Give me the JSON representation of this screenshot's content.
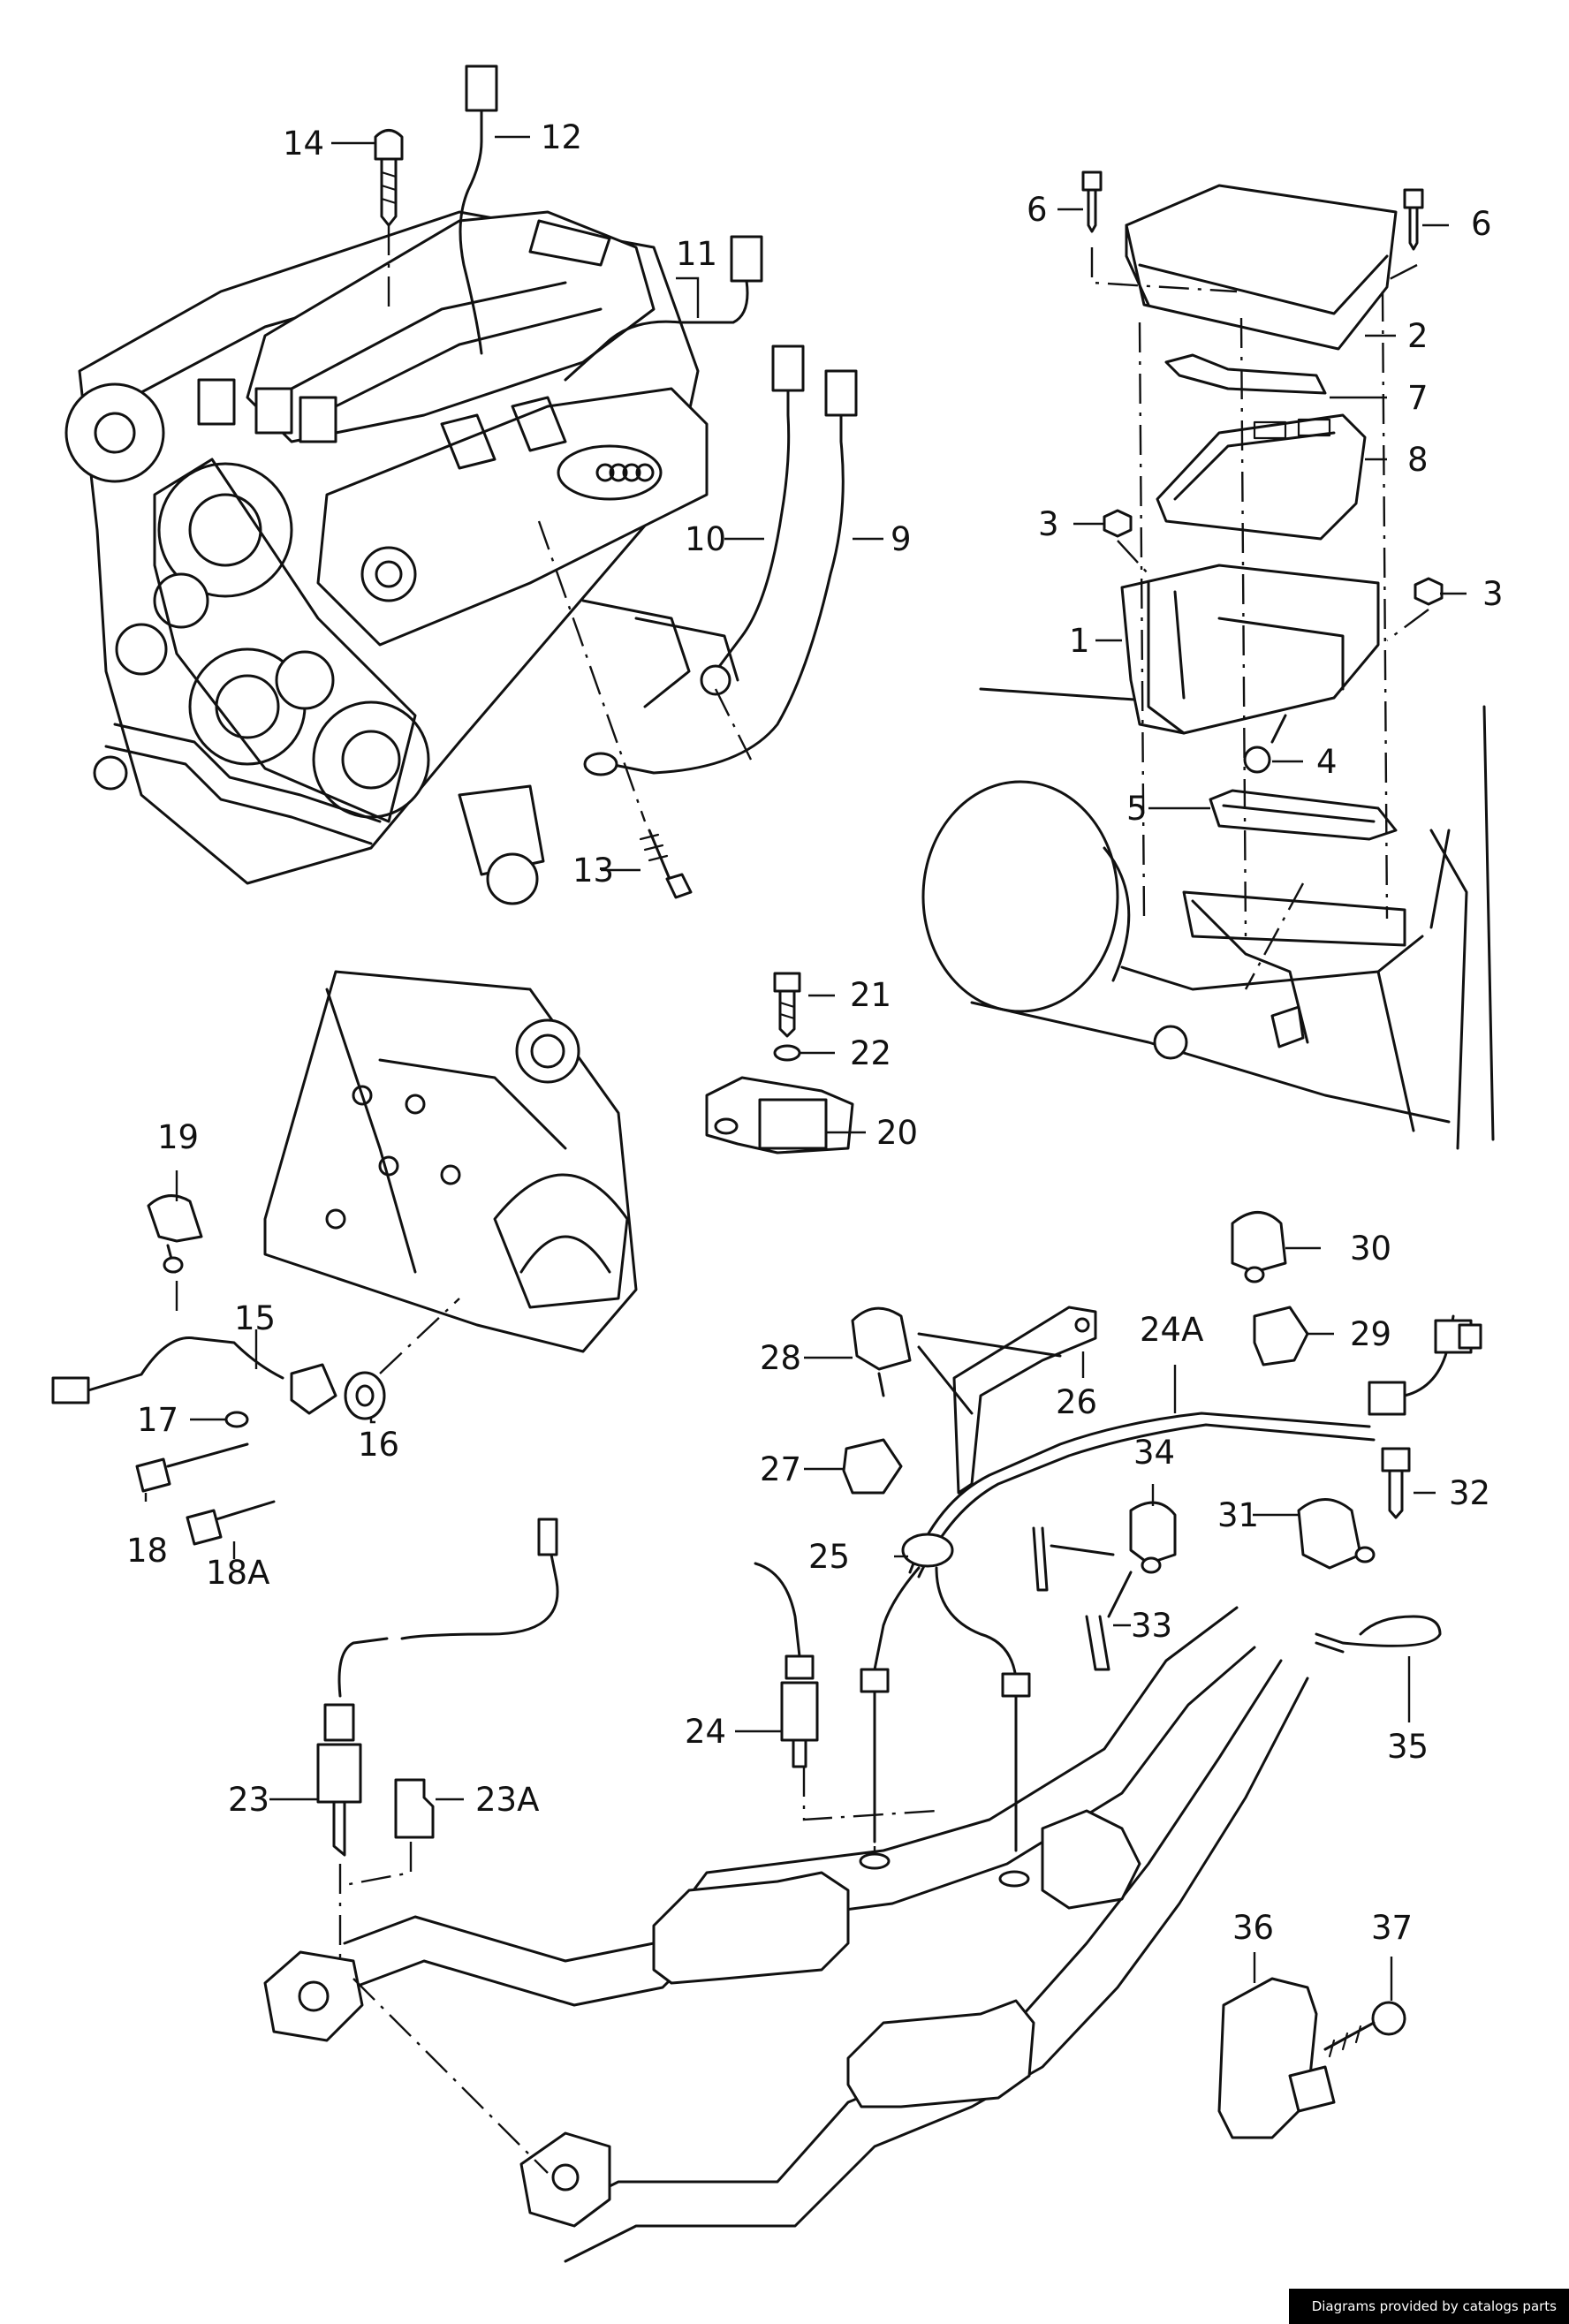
{
  "callouts": {
    "c1": "1",
    "c2": "2",
    "c3a": "3",
    "c3b": "3",
    "c4": "4",
    "c5": "5",
    "c6a": "6",
    "c6b": "6",
    "c7": "7",
    "c8": "8",
    "c9": "9",
    "c10": "10",
    "c11": "11",
    "c12": "12",
    "c13": "13",
    "c14": "14",
    "c15": "15",
    "c16": "16",
    "c17": "17",
    "c18": "18",
    "c18A": "18A",
    "c19": "19",
    "c20": "20",
    "c21": "21",
    "c22": "22",
    "c23": "23",
    "c23A": "23A",
    "c24": "24",
    "c24A": "24A",
    "c25": "25",
    "c26": "26",
    "c27": "27",
    "c28": "28",
    "c29": "29",
    "c30": "30",
    "c31": "31",
    "c32": "32",
    "c33": "33",
    "c34": "34",
    "c35": "35",
    "c36": "36",
    "c37": "37"
  },
  "footer": {
    "credit": "Diagrams provided by catalogs parts"
  }
}
